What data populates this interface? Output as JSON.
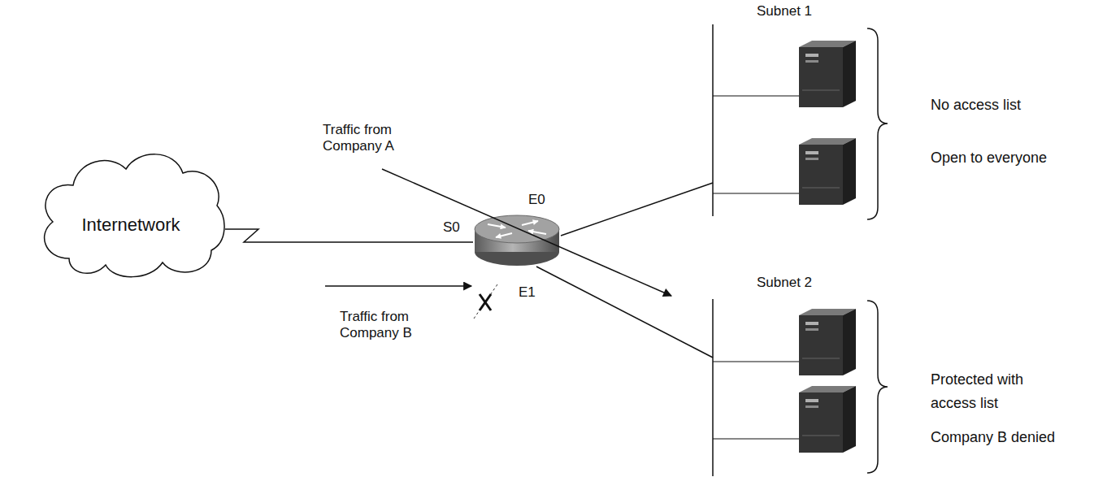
{
  "diagram": {
    "nodes": [
      {
        "text": [
          "Internetwork"
        ]
      },
      {
        "text": [
          "S0",
          "E0",
          "E1"
        ]
      },
      {
        "text": [
          "Subnet 1"
        ]
      },
      {
        "text": [
          "Subnet 2"
        ]
      }
    ],
    "edges": [
      {
        "from": 0,
        "to": 1,
        "arrow": "none"
      },
      {
        "from": 1,
        "to": 2,
        "arrow": "none"
      },
      {
        "from": 1,
        "to": 3,
        "arrow": "none"
      }
    ],
    "labels": [
      "Traffic from Company A",
      "Traffic from Company B",
      "No access list",
      "Open to everyone",
      "Protected with access list",
      "Company B denied"
    ]
  }
}
